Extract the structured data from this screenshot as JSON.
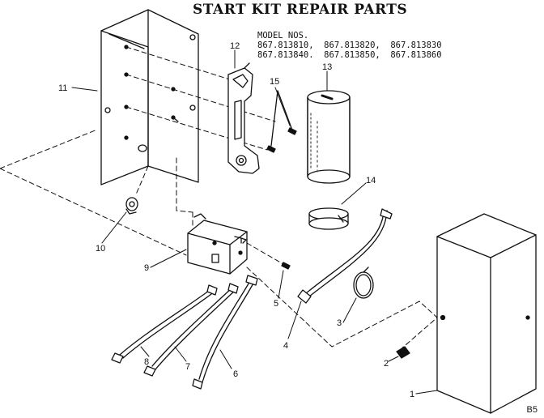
{
  "title": "START KIT REPAIR PARTS",
  "model_header": "MODEL NOS.",
  "model_lines": [
    "867.813810,  867.813820,  867.813830",
    "867.813840.  867.813850,  867.813860"
  ],
  "diagram_code": "B5",
  "callouts": {
    "c1": "1",
    "c2": "2",
    "c3": "3",
    "c4": "4",
    "c5": "5",
    "c6": "6",
    "c7": "7",
    "c8": "8",
    "c9": "9",
    "c10": "10",
    "c11": "11",
    "c12": "12",
    "c13": "13",
    "c14": "14",
    "c15": "15"
  }
}
